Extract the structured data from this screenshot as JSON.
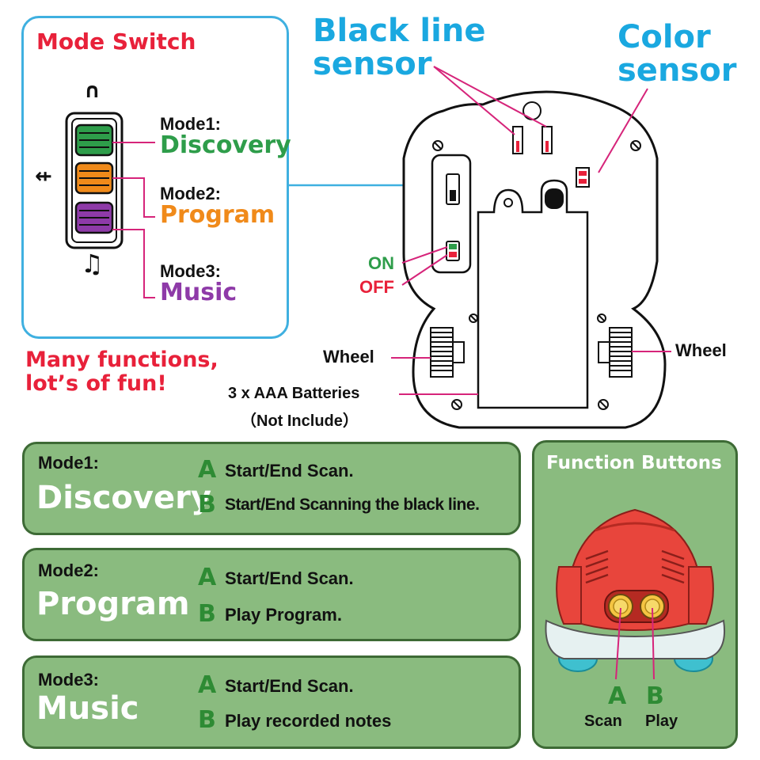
{
  "mode_switch": {
    "title": "Mode Switch",
    "modes": [
      {
        "num": "Mode1:",
        "name": "Discovery",
        "color": "#2e9d4a"
      },
      {
        "num": "Mode2:",
        "name": "Program",
        "color": "#f08a1a"
      },
      {
        "num": "Mode3:",
        "name": "Music",
        "color": "#8e3aa8"
      }
    ],
    "top_symbol": "∩",
    "usb_symbol": "⇷",
    "music_symbol": "♫"
  },
  "tagline": {
    "line1": "Many functions,",
    "line2": "lot’s of fun!"
  },
  "sensors": {
    "black_line_line1": "Black line",
    "black_line_line2": "sensor",
    "color_line1": "Color",
    "color_line2": "sensor"
  },
  "labels": {
    "on": "ON",
    "off": "OFF",
    "wheel_left": "Wheel",
    "wheel_right": "Wheel",
    "batteries": "3 x AAA Batteries",
    "not_include": "（Not Include）"
  },
  "boxes": [
    {
      "mode": "Mode1:",
      "name": "Discovery",
      "a": "A",
      "a_text": "Start/End Scan.",
      "b": "B",
      "b_text": "Start/End Scanning the black line."
    },
    {
      "mode": "Mode2:",
      "name": "Program",
      "a": "A",
      "a_text": "Start/End Scan.",
      "b": "B",
      "b_text": "Play Program."
    },
    {
      "mode": "Mode3:",
      "name": "Music",
      "a": "A",
      "a_text": "Start/End Scan.",
      "b": "B",
      "b_text": "Play recorded notes"
    }
  ],
  "function_buttons": {
    "title": "Function Buttons",
    "a": "A",
    "a_label": "Scan",
    "b": "B",
    "b_label": "Play"
  },
  "colors": {
    "accent_blue": "#1aa8e0",
    "accent_red": "#e8213a",
    "box_green": "#8abb7f",
    "letter_green": "#2e8b34",
    "pointer_pink": "#d6247a"
  }
}
